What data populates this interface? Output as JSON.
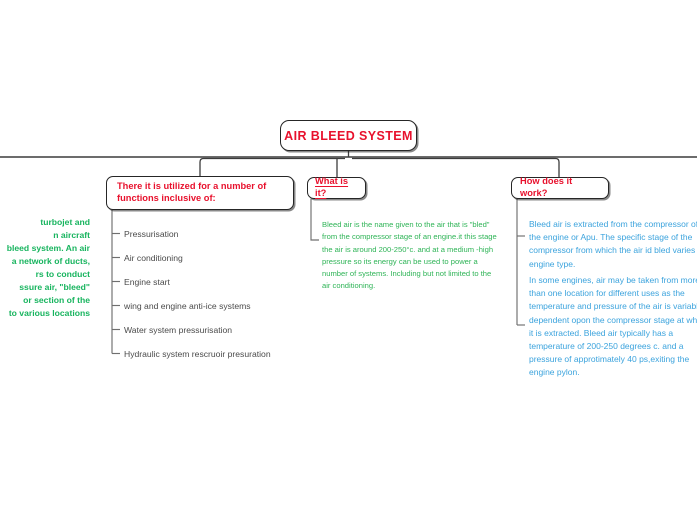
{
  "document": {
    "kind": "mind-map",
    "background": "#ffffff"
  },
  "colors": {
    "root_text": "#e8112d",
    "branch_text": "#e8112d",
    "leaf_text": "#4a4a4a",
    "green_text": "#2fb457",
    "green_bold_text": "#17b45e",
    "blue_text": "#3ba3dd",
    "connector": "#3c3c3c",
    "box_border": "#262626"
  },
  "root": {
    "label": "AIR BLEED SYSTEM"
  },
  "branches": {
    "uses": {
      "label": "There it is utilized for a number of functions inclusive of:",
      "items": [
        {
          "label": "Pressurisation"
        },
        {
          "label": "Air conditioning"
        },
        {
          "label": "Engine start"
        },
        {
          "label": "wing and engine anti-ice systems"
        },
        {
          "label": "Water system pressurisation"
        },
        {
          "label": "Hydraulic system rescruoir presuration"
        }
      ]
    },
    "what": {
      "label": "What is it?",
      "paragraph": "Bleed air is the name given to the air that is \"bled\" from the compressor stage of an engine.it this stage the air is around 200-250°c. and at a medium -high pressure so its energy can be used to power a number of systems. Including but not limited to the air conditioning."
    },
    "how": {
      "label": "How does it work?",
      "paragraph_1": "Bleed air is extracted from the compressor of the engine or Apu. The specific stage of the compressor from which the air id bled varies by engine type.",
      "paragraph_2": "In some engines, air may be taken from more than one location for different uses as the  temperature and pressure of the air is variable dependent opon the compressor stage at which it is extracted. Bleed air typically has a temperature of 200-250 degrees c. and a pressure of approtimately 40 ps,exiting the engine pylon."
    }
  },
  "intro_clipped": {
    "text": "turbojet and n aircraft bleed system. An air a network of ducts, rs to conduct ssure air, \"bleed\" or section of the to various locations",
    "lines": [
      "turbojet and",
      "n aircraft",
      "bleed system. An air",
      "a network of ducts,",
      "rs to conduct",
      "ssure air, \"bleed\"",
      "or section of the",
      "to various locations"
    ]
  }
}
